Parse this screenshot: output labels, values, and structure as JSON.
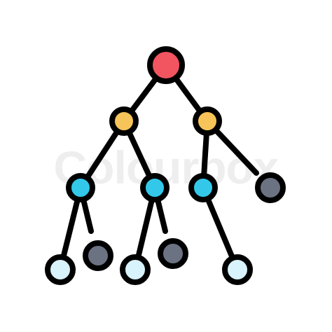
{
  "watermark": {
    "text": "Colourbox",
    "color": "#eeeeee"
  },
  "icon": {
    "name": "hierarchy-tree-icon",
    "stroke_color": "#000000",
    "node_colors": {
      "root": "#f25460",
      "level_2": "#f7c45a",
      "level_3": "#33c8ea",
      "leaf_light": "#d8f3fb",
      "leaf_dark": "#6b7282"
    },
    "nodes": [
      {
        "id": "root",
        "color_key": "root"
      },
      {
        "id": "l2-left",
        "color_key": "level_2"
      },
      {
        "id": "l2-right",
        "color_key": "level_2"
      },
      {
        "id": "l3-1",
        "color_key": "level_3"
      },
      {
        "id": "l3-2",
        "color_key": "level_3"
      },
      {
        "id": "l3-3",
        "color_key": "level_3"
      },
      {
        "id": "l3-dark",
        "color_key": "leaf_dark"
      },
      {
        "id": "leaf-1",
        "color_key": "leaf_light"
      },
      {
        "id": "leaf-2-dark",
        "color_key": "leaf_dark"
      },
      {
        "id": "leaf-3",
        "color_key": "leaf_light"
      },
      {
        "id": "leaf-4-dark",
        "color_key": "leaf_dark"
      },
      {
        "id": "leaf-5",
        "color_key": "leaf_light"
      }
    ]
  }
}
